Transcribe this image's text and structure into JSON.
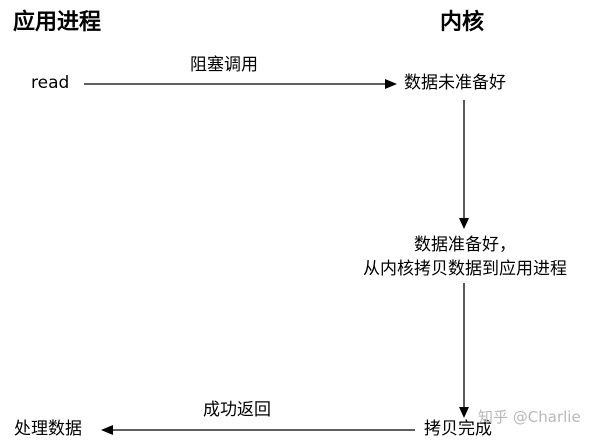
{
  "columns": {
    "app_process": "应用进程",
    "kernel": "内核"
  },
  "steps": {
    "read": "read",
    "blocking_call": "阻塞调用",
    "data_not_ready": "数据未准备好",
    "data_ready_line1": "数据准备好，",
    "data_ready_line2": "从内核拷贝数据到应用进程",
    "copy_done": "拷贝完成",
    "return_success": "成功返回",
    "process_data": "处理数据"
  },
  "watermark": "知乎 @Charlie"
}
